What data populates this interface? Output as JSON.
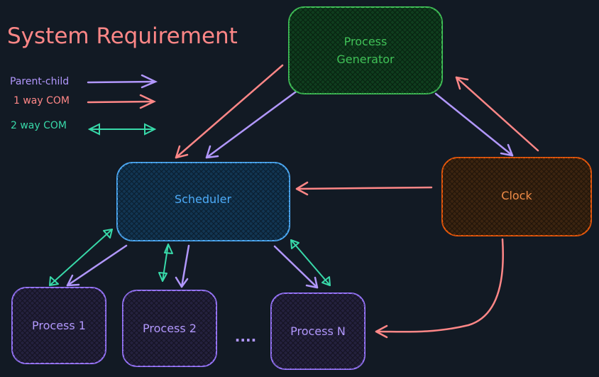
{
  "title": "System Requirement",
  "legend": [
    {
      "label": "Parent-child",
      "color": "#b197fc",
      "style": "single"
    },
    {
      "label": "1 way COM",
      "color": "#ff8787",
      "style": "single"
    },
    {
      "label": "2 way COM",
      "color": "#38d9a9",
      "style": "double"
    }
  ],
  "nodes": {
    "generator": {
      "line1": "Process",
      "line2": "Generator",
      "stroke": "#40c057",
      "fill": "#0f3d1e",
      "text": "#40c057"
    },
    "scheduler": {
      "label": "Scheduler",
      "stroke": "#4dabf7",
      "fill": "#123552",
      "text": "#4dabf7"
    },
    "clock": {
      "label": "Clock",
      "stroke": "#e8590c",
      "fill": "#3b2410",
      "text": "#f08c48"
    },
    "process1": {
      "label": "Process 1",
      "stroke": "#9775fa",
      "fill": "#24213d",
      "text": "#b197fc"
    },
    "process2": {
      "label": "Process 2",
      "stroke": "#9775fa",
      "fill": "#24213d",
      "text": "#b197fc"
    },
    "processN": {
      "label": "Process N",
      "stroke": "#9775fa",
      "fill": "#24213d",
      "text": "#b197fc"
    }
  },
  "ellipsis": "....",
  "colors": {
    "background": "#121a24",
    "title": "#ff8787",
    "parent_child": "#b197fc",
    "one_way": "#ff8787",
    "two_way": "#38d9a9"
  }
}
